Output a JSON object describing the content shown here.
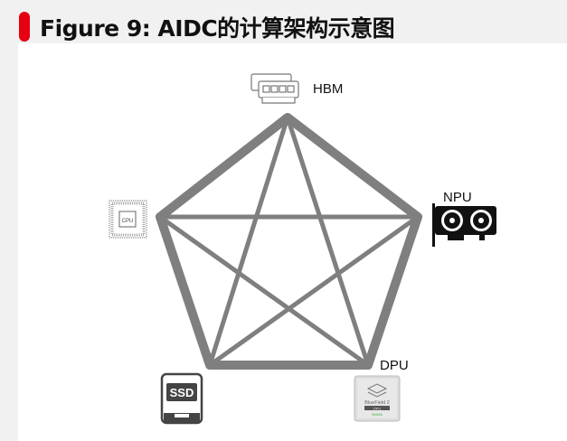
{
  "title": "Figure 9: AIDC的计算架构示意图",
  "colors": {
    "accent": "#e60012",
    "edge": "#7f7f7f"
  },
  "nodes": {
    "hbm": {
      "label": "HBM",
      "icon": "memory-module-icon"
    },
    "npu": {
      "label": "NPU",
      "icon": "graphics-card-icon"
    },
    "dpu": {
      "label": "DPU",
      "icon": "dpu-chip-icon",
      "chip_text": "BlueField 2",
      "chip_sub": "DPU",
      "chip_brand": "NVIDIA"
    },
    "ssd": {
      "label": "SSD",
      "icon": "ssd-drive-icon"
    },
    "cpu": {
      "label": "CPU",
      "icon": "cpu-chip-icon"
    }
  }
}
